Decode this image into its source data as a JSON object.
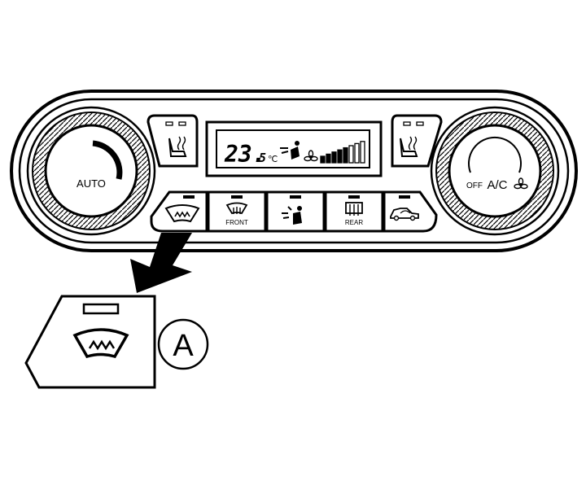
{
  "panel": {
    "left_knob": {
      "label": "AUTO"
    },
    "right_knob": {
      "off_label": "OFF",
      "ac_label": "A/C"
    },
    "display": {
      "temp_int": "23.",
      "temp_dec": "5",
      "unit": "℃",
      "fan_level_bars": 5,
      "fan_total_bars": 8
    },
    "buttons": [
      {
        "id": "max-defrost",
        "label": "",
        "icon": "windshield-defrost-icon"
      },
      {
        "id": "front-defrost",
        "label": "FRONT",
        "icon": "front-defrost-icon"
      },
      {
        "id": "air-mode",
        "label": "",
        "icon": "air-mode-icon"
      },
      {
        "id": "rear-defrost",
        "label": "REAR",
        "icon": "rear-defrost-icon"
      },
      {
        "id": "recirculation",
        "label": "",
        "icon": "recirculation-icon"
      }
    ],
    "seat_heaters": [
      "seat-heater-icon",
      "seat-heater-icon"
    ]
  },
  "callout": {
    "letter": "A",
    "icon": "windshield-defrost-icon"
  },
  "colors": {
    "line": "#000000",
    "background": "#ffffff"
  }
}
